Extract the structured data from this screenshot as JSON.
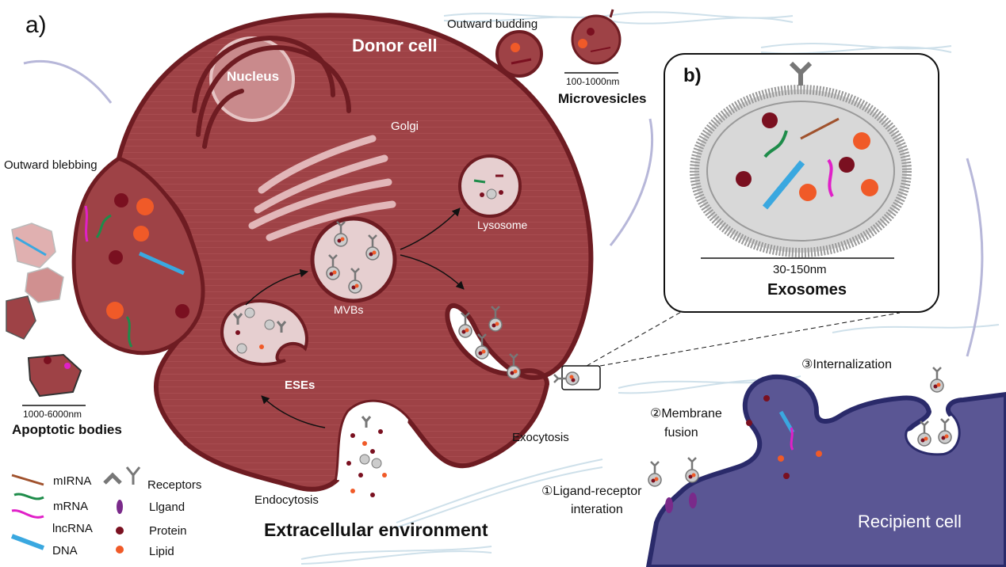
{
  "panels": {
    "a": "a)",
    "b": "b)"
  },
  "donor_cell": {
    "title": "Donor cell",
    "nucleus": "Nucleus",
    "golgi": "Golgi",
    "lysosome": "Lysosome",
    "mvbs": "MVBs",
    "eses": "ESEs"
  },
  "processes": {
    "outward_budding": "Outward budding",
    "outward_blebbing": "Outward blebbing",
    "exocytosis": "Exocytosis",
    "endocytosis": "Endocytosis"
  },
  "vesicles": {
    "microvesicles": {
      "size": "100-1000nm",
      "name": "Microvesicles"
    },
    "apoptotic_bodies": {
      "size": "1000-6000nm",
      "name": "Apoptotic bodies"
    },
    "exosomes": {
      "size": "30-150nm",
      "name": "Exosomes"
    }
  },
  "environment": "Extracellular environment",
  "recipient": {
    "title": "Recipient cell",
    "step1_line1": "①Ligand-receptor",
    "step1_line2": "interation",
    "step2_line1": "②Membrane",
    "step2_line2": "fusion",
    "step3": "③Internalization"
  },
  "legend": {
    "mirna": "mIRNA",
    "mrna": "mRNA",
    "lncrna": "lncRNA",
    "dna": "DNA",
    "receptors": "Receptors",
    "ligand": "Llgand",
    "protein": "Protein",
    "lipid": "Lipid"
  },
  "colors": {
    "cell_fill": "#9e4246",
    "cell_outline": "#6e1c22",
    "recipient_fill": "#5a5694",
    "recipient_outline": "#2a2a6a",
    "protein": "#7a1020",
    "lipid": "#f05a28",
    "mrna": "#1e8c4a",
    "lncrna": "#e020c8",
    "dna": "#3aa8e0",
    "exosome_panel_bg": "#d8d8d8"
  }
}
